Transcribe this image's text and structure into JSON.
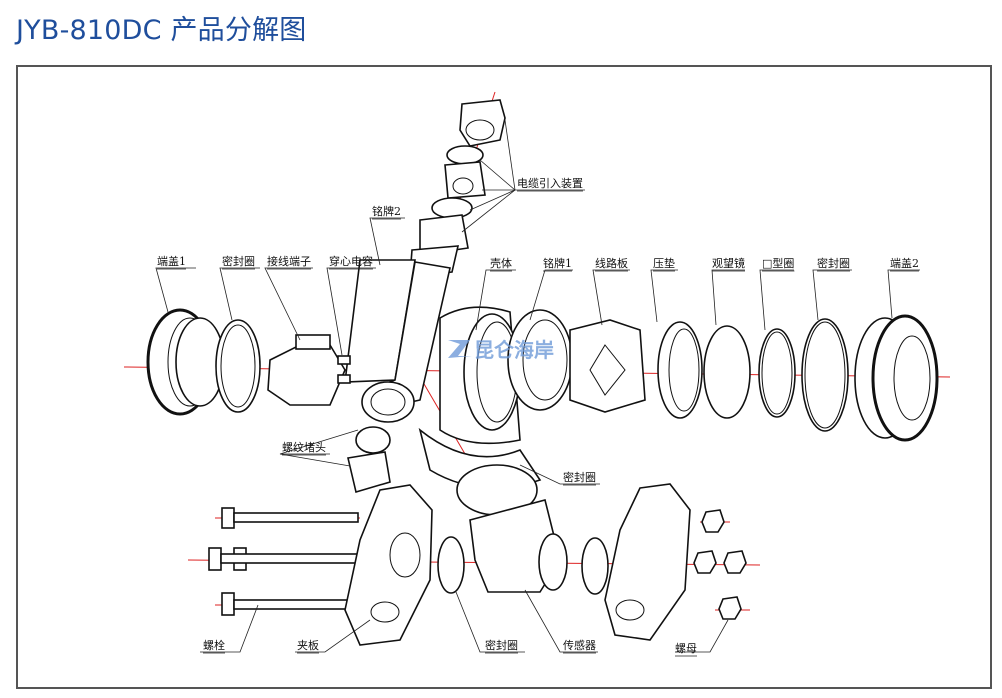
{
  "page": {
    "title": "JYB-810DC 产品分解图"
  },
  "diagram": {
    "labels": {
      "cable_gland": "电缆引入装置",
      "nameplate2": "铭牌2",
      "end_cap1": "端盖1",
      "seal_ring_left": "密封圈",
      "terminal": "接线端子",
      "feedthrough_capacitor": "穿心电容",
      "housing": "壳体",
      "nameplate1": "铭牌1",
      "circuit_board": "线路板",
      "pressure_pad": "压垫",
      "sight_glass": "观望镜",
      "o_ring": "□型圈",
      "seal_ring_right": "密封圈",
      "end_cap2": "端盖2",
      "threaded_plug": "螺纹堵头",
      "seal_ring_mid": "密封圈",
      "bolt": "螺栓",
      "clamp_plate": "夹板",
      "seal_ring_bottom": "密封圈",
      "sensor": "传感器",
      "nut": "螺母"
    },
    "watermark": "昆仑海岸",
    "colors": {
      "title": "#1f4e9c",
      "axis_line": "#dd2222",
      "frame": "#555555",
      "watermark": "#6f9ad8"
    }
  }
}
